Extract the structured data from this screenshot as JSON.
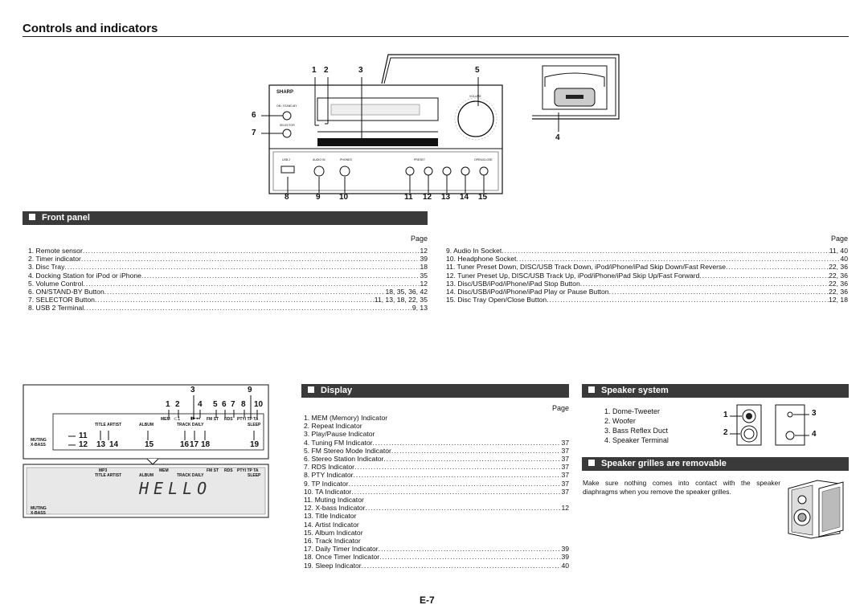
{
  "page": {
    "title": "Controls and indicators",
    "page_number": "E-7"
  },
  "front_panel": {
    "heading": "Front panel",
    "page_label": "Page",
    "brand": "SHARP",
    "callouts_top": [
      "1",
      "2",
      "3",
      "5"
    ],
    "callouts_left": [
      "6",
      "7"
    ],
    "callout_right": "4",
    "callouts_bottom": [
      "8",
      "9",
      "10",
      "11",
      "12",
      "13",
      "14",
      "15"
    ],
    "panel_labels": {
      "on_standby": "ON / STAND-BY",
      "selector": "SELECTOR",
      "volume": "VOLUME",
      "usb": "USB 2",
      "audio_in": "AUDIO IN",
      "phones": "PHONES",
      "preset": "PRESET",
      "open_close": "OPEN/CLOSE"
    },
    "left_items": [
      {
        "label": "1. Remote sensor",
        "page": "12"
      },
      {
        "label": "2. Timer indicator",
        "page": "39"
      },
      {
        "label": "3. Disc Tray",
        "page": "18"
      },
      {
        "label": "4. Docking Station for iPod or iPhone",
        "page": "35"
      },
      {
        "label": "5. Volume Control",
        "page": "12"
      },
      {
        "label": "6. ON/STAND-BY Button",
        "page": "18, 35, 36, 42"
      },
      {
        "label": "7. SELECTOR Button",
        "page": "11, 13, 18, 22, 35"
      },
      {
        "label": "8. USB 2 Terminal",
        "page": "9, 13"
      }
    ],
    "right_items": [
      {
        "label": "9. Audio In Socket",
        "page": "11, 40"
      },
      {
        "label": "10. Headphone Socket",
        "page": "40"
      },
      {
        "label": "11. Tuner Preset Down, DISC/USB Track Down, iPod/iPhone/iPad Skip Down/Fast Reverse",
        "page": "22, 36"
      },
      {
        "label": "12. Tuner Preset Up, DISC/USB Track Up, iPod/iPhone/iPad Skip Up/Fast Forward",
        "page": "22, 36"
      },
      {
        "label": "13. Disc/USB/iPod/iPhone/iPad Stop Button",
        "page": "22, 36"
      },
      {
        "label": "14. Disc/USB/iPod/iPhone/iPad Play or Pause Button",
        "page": "22, 36"
      },
      {
        "label": "15. Disc Tray Open/Close Button",
        "page": "12, 18"
      }
    ]
  },
  "display": {
    "heading": "Display",
    "page_label": "Page",
    "lcd_text": "HELLO",
    "lcd_labels": {
      "mp3": "MP3",
      "mem": "MEM",
      "fmst": "FM ST",
      "rds": "RDS",
      "pty": "PTYI TP TA",
      "title_artist": "TITLE ARTIST",
      "album": "ALBUM",
      "track_daily": "TRACK DAILY",
      "sleep": "SLEEP",
      "muting": "MUTING",
      "xbass": "X-BASS"
    },
    "callouts": [
      "1",
      "2",
      "3",
      "4",
      "5",
      "6",
      "7",
      "8",
      "9",
      "10",
      "11",
      "12",
      "13",
      "14",
      "15",
      "16",
      "17",
      "18",
      "19"
    ],
    "items": [
      {
        "label": "1. MEM (Memory) Indicator",
        "page": ""
      },
      {
        "label": "2. Repeat Indicator",
        "page": ""
      },
      {
        "label": "3. Play/Pause Indicator",
        "page": ""
      },
      {
        "label": "4. Tuning FM Indicator",
        "page": "37"
      },
      {
        "label": "5. FM Stereo Mode Indicator",
        "page": "37"
      },
      {
        "label": "6. Stereo Station Indicator",
        "page": "37"
      },
      {
        "label": "7. RDS Indicator",
        "page": "37"
      },
      {
        "label": "8. PTY Indicator",
        "page": "37"
      },
      {
        "label": "9. TP Indicator",
        "page": "37"
      },
      {
        "label": "10. TA Indicator",
        "page": "37"
      },
      {
        "label": "11. Muting Indicator",
        "page": ""
      },
      {
        "label": "12. X-bass Indicator",
        "page": "12"
      },
      {
        "label": "13. Title Indicator",
        "page": ""
      },
      {
        "label": "14. Artist Indicator",
        "page": ""
      },
      {
        "label": "15. Album Indicator",
        "page": ""
      },
      {
        "label": "16. Track Indicator",
        "page": ""
      },
      {
        "label": "17. Daily Timer Indicator",
        "page": "39"
      },
      {
        "label": "18. Once Timer Indicator",
        "page": "39"
      },
      {
        "label": "19. Sleep Indicator",
        "page": "40"
      }
    ]
  },
  "speaker_system": {
    "heading": "Speaker system",
    "items": [
      "1. Dome-Tweeter",
      "2. Woofer",
      "3. Bass Reflex Duct",
      "4. Speaker Terminal"
    ],
    "callouts": [
      "1",
      "2",
      "3",
      "4"
    ]
  },
  "speaker_grilles": {
    "heading": "Speaker grilles are removable",
    "note": "Make sure nothing comes into contact with the speaker diaphragms when you remove the speaker grilles."
  },
  "colors": {
    "section_bar": "#3a3a3a",
    "ink": "#111111",
    "lcd_bg": "#e8e8e8"
  }
}
